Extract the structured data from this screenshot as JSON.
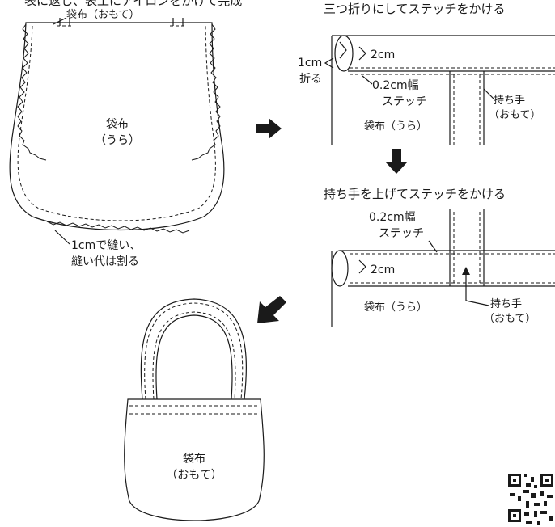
{
  "header": {
    "top_left_partial": "表に返し、表工にアイロンをかけて完成",
    "top_right_title": "三つ折りにしてステッチをかける",
    "mid_right_title": "持ち手を上げてステッチをかける"
  },
  "bag_inside": {
    "top_label": "袋布（おもて）",
    "center_line1": "袋布",
    "center_line2": "（うら）",
    "seam_note_line1": "1cmで縫い、",
    "seam_note_line2": "縫い代は割る"
  },
  "fold_diagram": {
    "fold_amount": "2cm",
    "fold_in_line1": "1cm",
    "fold_in_line2": "折る",
    "stitch_line1": "0.2cm幅",
    "stitch_line2": "ステッチ",
    "fabric_label": "袋布（うら）",
    "handle_line1": "持ち手",
    "handle_line2": "（おもて）"
  },
  "handle_up_diagram": {
    "stitch_line1": "0.2cm幅",
    "stitch_line2": "ステッチ",
    "fold_amount": "2cm",
    "fabric_label": "袋布（うら）",
    "handle_line1": "持ち手",
    "handle_line2": "（おもて）"
  },
  "finished_bag": {
    "label_line1": "袋布",
    "label_line2": "（おもて）"
  },
  "colors": {
    "line": "#1a1a1a",
    "background": "#ffffff"
  },
  "icons": [
    "arrow-right-icon",
    "arrow-down-icon",
    "arrow-down-left-icon",
    "qr-code-icon"
  ]
}
